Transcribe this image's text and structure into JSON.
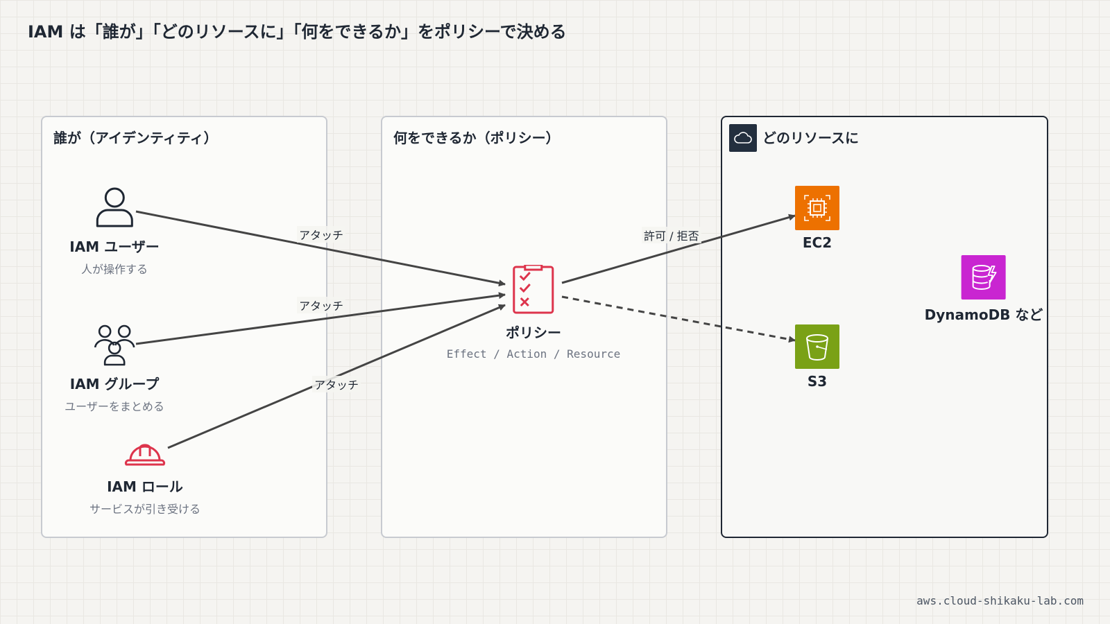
{
  "title": "IAM は「誰が」「どのリソースに」「何をできるか」をポリシーで決める",
  "panels": {
    "identity": {
      "title": "誰が（アイデンティティ）"
    },
    "policy": {
      "title": "何をできるか（ポリシー）"
    },
    "resources": {
      "title": "どのリソースに",
      "icon": "cloud-icon"
    }
  },
  "identities": [
    {
      "label": "IAM ユーザー",
      "sub": "人が操作する",
      "icon": "user-icon"
    },
    {
      "label": "IAM グループ",
      "sub": "ユーザーをまとめる",
      "icon": "users-icon"
    },
    {
      "label": "IAM ロール",
      "sub": "サービスが引き受ける",
      "icon": "helmet-icon"
    }
  ],
  "policy": {
    "label": "ポリシー",
    "sub": "Effect / Action / Resource",
    "icon": "checklist-icon",
    "color": "#dd344c"
  },
  "resources": [
    {
      "label": "EC2",
      "icon": "ec2-icon",
      "color": "#ed7100"
    },
    {
      "label": "S3",
      "icon": "s3-bucket-icon",
      "color": "#7aa116"
    },
    {
      "label": "DynamoDB など",
      "icon": "dynamodb-icon",
      "color": "#c925d1"
    }
  ],
  "edges": {
    "attach": [
      "アタッチ",
      "アタッチ",
      "アタッチ"
    ],
    "allow_deny": "許可 / 拒否"
  },
  "footer": "aws.cloud-shikaku-lab.com",
  "colors": {
    "text": "#1f2733",
    "muted": "#6b7280",
    "arrow": "#444444",
    "role": "#dd344c"
  }
}
